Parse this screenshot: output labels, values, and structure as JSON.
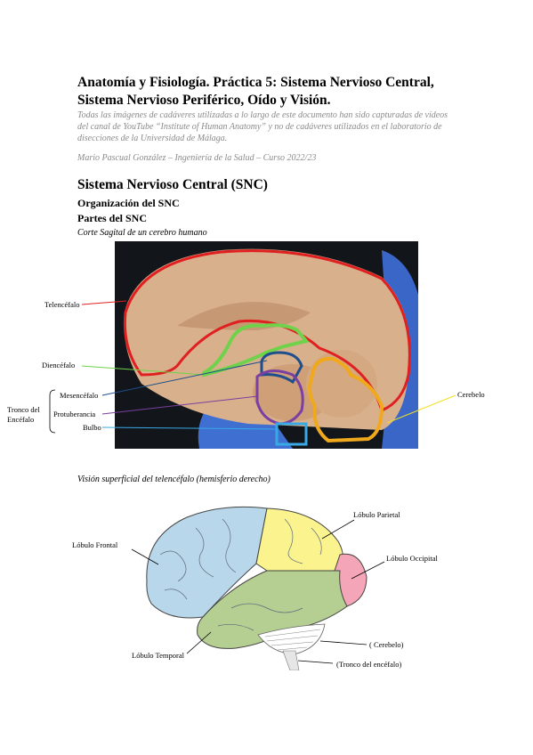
{
  "header": {
    "title_line1": "Anatomía y Fisiología. Práctica 5: Sistema Nervioso Central,",
    "title_line2": "Sistema Nervioso Periférico, Oído y Visión.",
    "note": "Todas las imágenes de cadáveres utilizadas a lo largo de este documento han sido capturadas de vídeos del canal de YouTube “Institute of Human Anatomy” y no de cadáveres utilizados en el laboratorio de disecciones de la Universidad de Málaga.",
    "author": "Mario Pascual González – Ingeniería de la Salud – Curso 2022/23"
  },
  "section": {
    "heading": "Sistema Nervioso Central (SNC)",
    "subheading": "Organización del SNC",
    "subsubheading": "Partes del SNC"
  },
  "figure1": {
    "caption": "Corte Sagital de un cerebro humano",
    "labels": {
      "telencefalo": "Telencéfalo",
      "diencefalo": "Diencéfalo",
      "mesencefalo": "Mesencéfalo",
      "protuberancia": "Protuberancia",
      "bulbo": "Bulbo",
      "tronco_line1": "Tronco del",
      "tronco_line2": "Encéfalo",
      "cerebelo": "Cerebelo"
    },
    "colors": {
      "telencefalo": "#e02020",
      "diencefalo": "#6fd24a",
      "mesencefalo": "#1f4e8c",
      "protuberancia": "#7a3fa0",
      "bulbo": "#39a9e6",
      "cerebelo": "#f0a81c"
    }
  },
  "figure2": {
    "caption": "Visión superficial del telencéfalo (hemisferio derecho)",
    "labels": {
      "parietal": "Lóbulo Parietal",
      "frontal": "Lóbulo Frontal",
      "occipital": "Lóbulo Occipital",
      "temporal": "Lóbulo Temporal",
      "cerebelo": "( Cerebelo)",
      "tronco": "(Tronco del encéfalo)"
    },
    "colors": {
      "frontal": "#b9d7ea",
      "parietal": "#fbf38e",
      "occipital": "#f4a6b8",
      "temporal": "#b5cf92"
    }
  }
}
